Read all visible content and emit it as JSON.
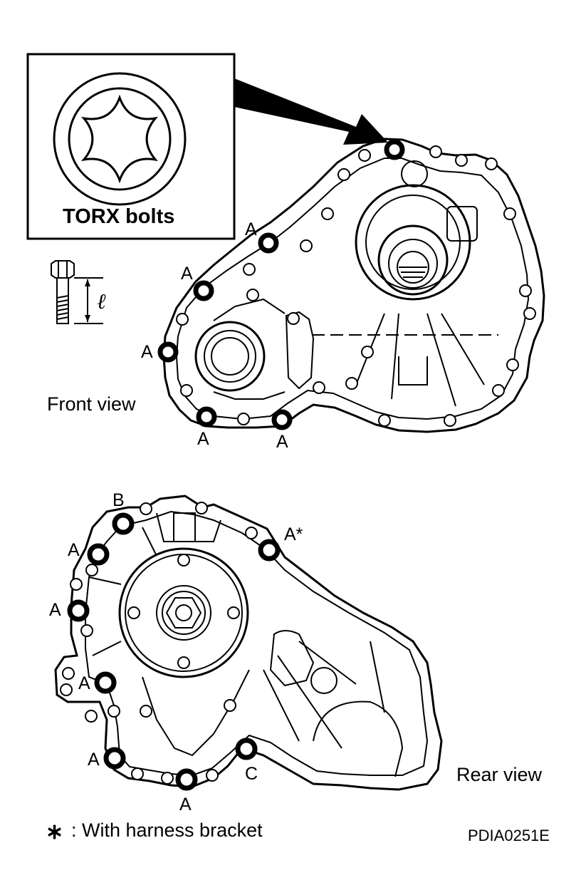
{
  "torx_inset": {
    "label": "TORX bolts",
    "icon": "torx-socket-icon"
  },
  "bolt_length_symbol": "ℓ",
  "front_view": {
    "title": "Front view",
    "bolt_labels": [
      "A",
      "A",
      "A",
      "A",
      "A"
    ]
  },
  "rear_view": {
    "title": "Rear view",
    "bolt_labels": [
      "B",
      "A*",
      "A",
      "A",
      "A",
      "A",
      "A",
      "C"
    ]
  },
  "footnote": {
    "marker": "∗",
    "text": ": With harness bracket"
  },
  "figure_code": "PDIA0251E"
}
